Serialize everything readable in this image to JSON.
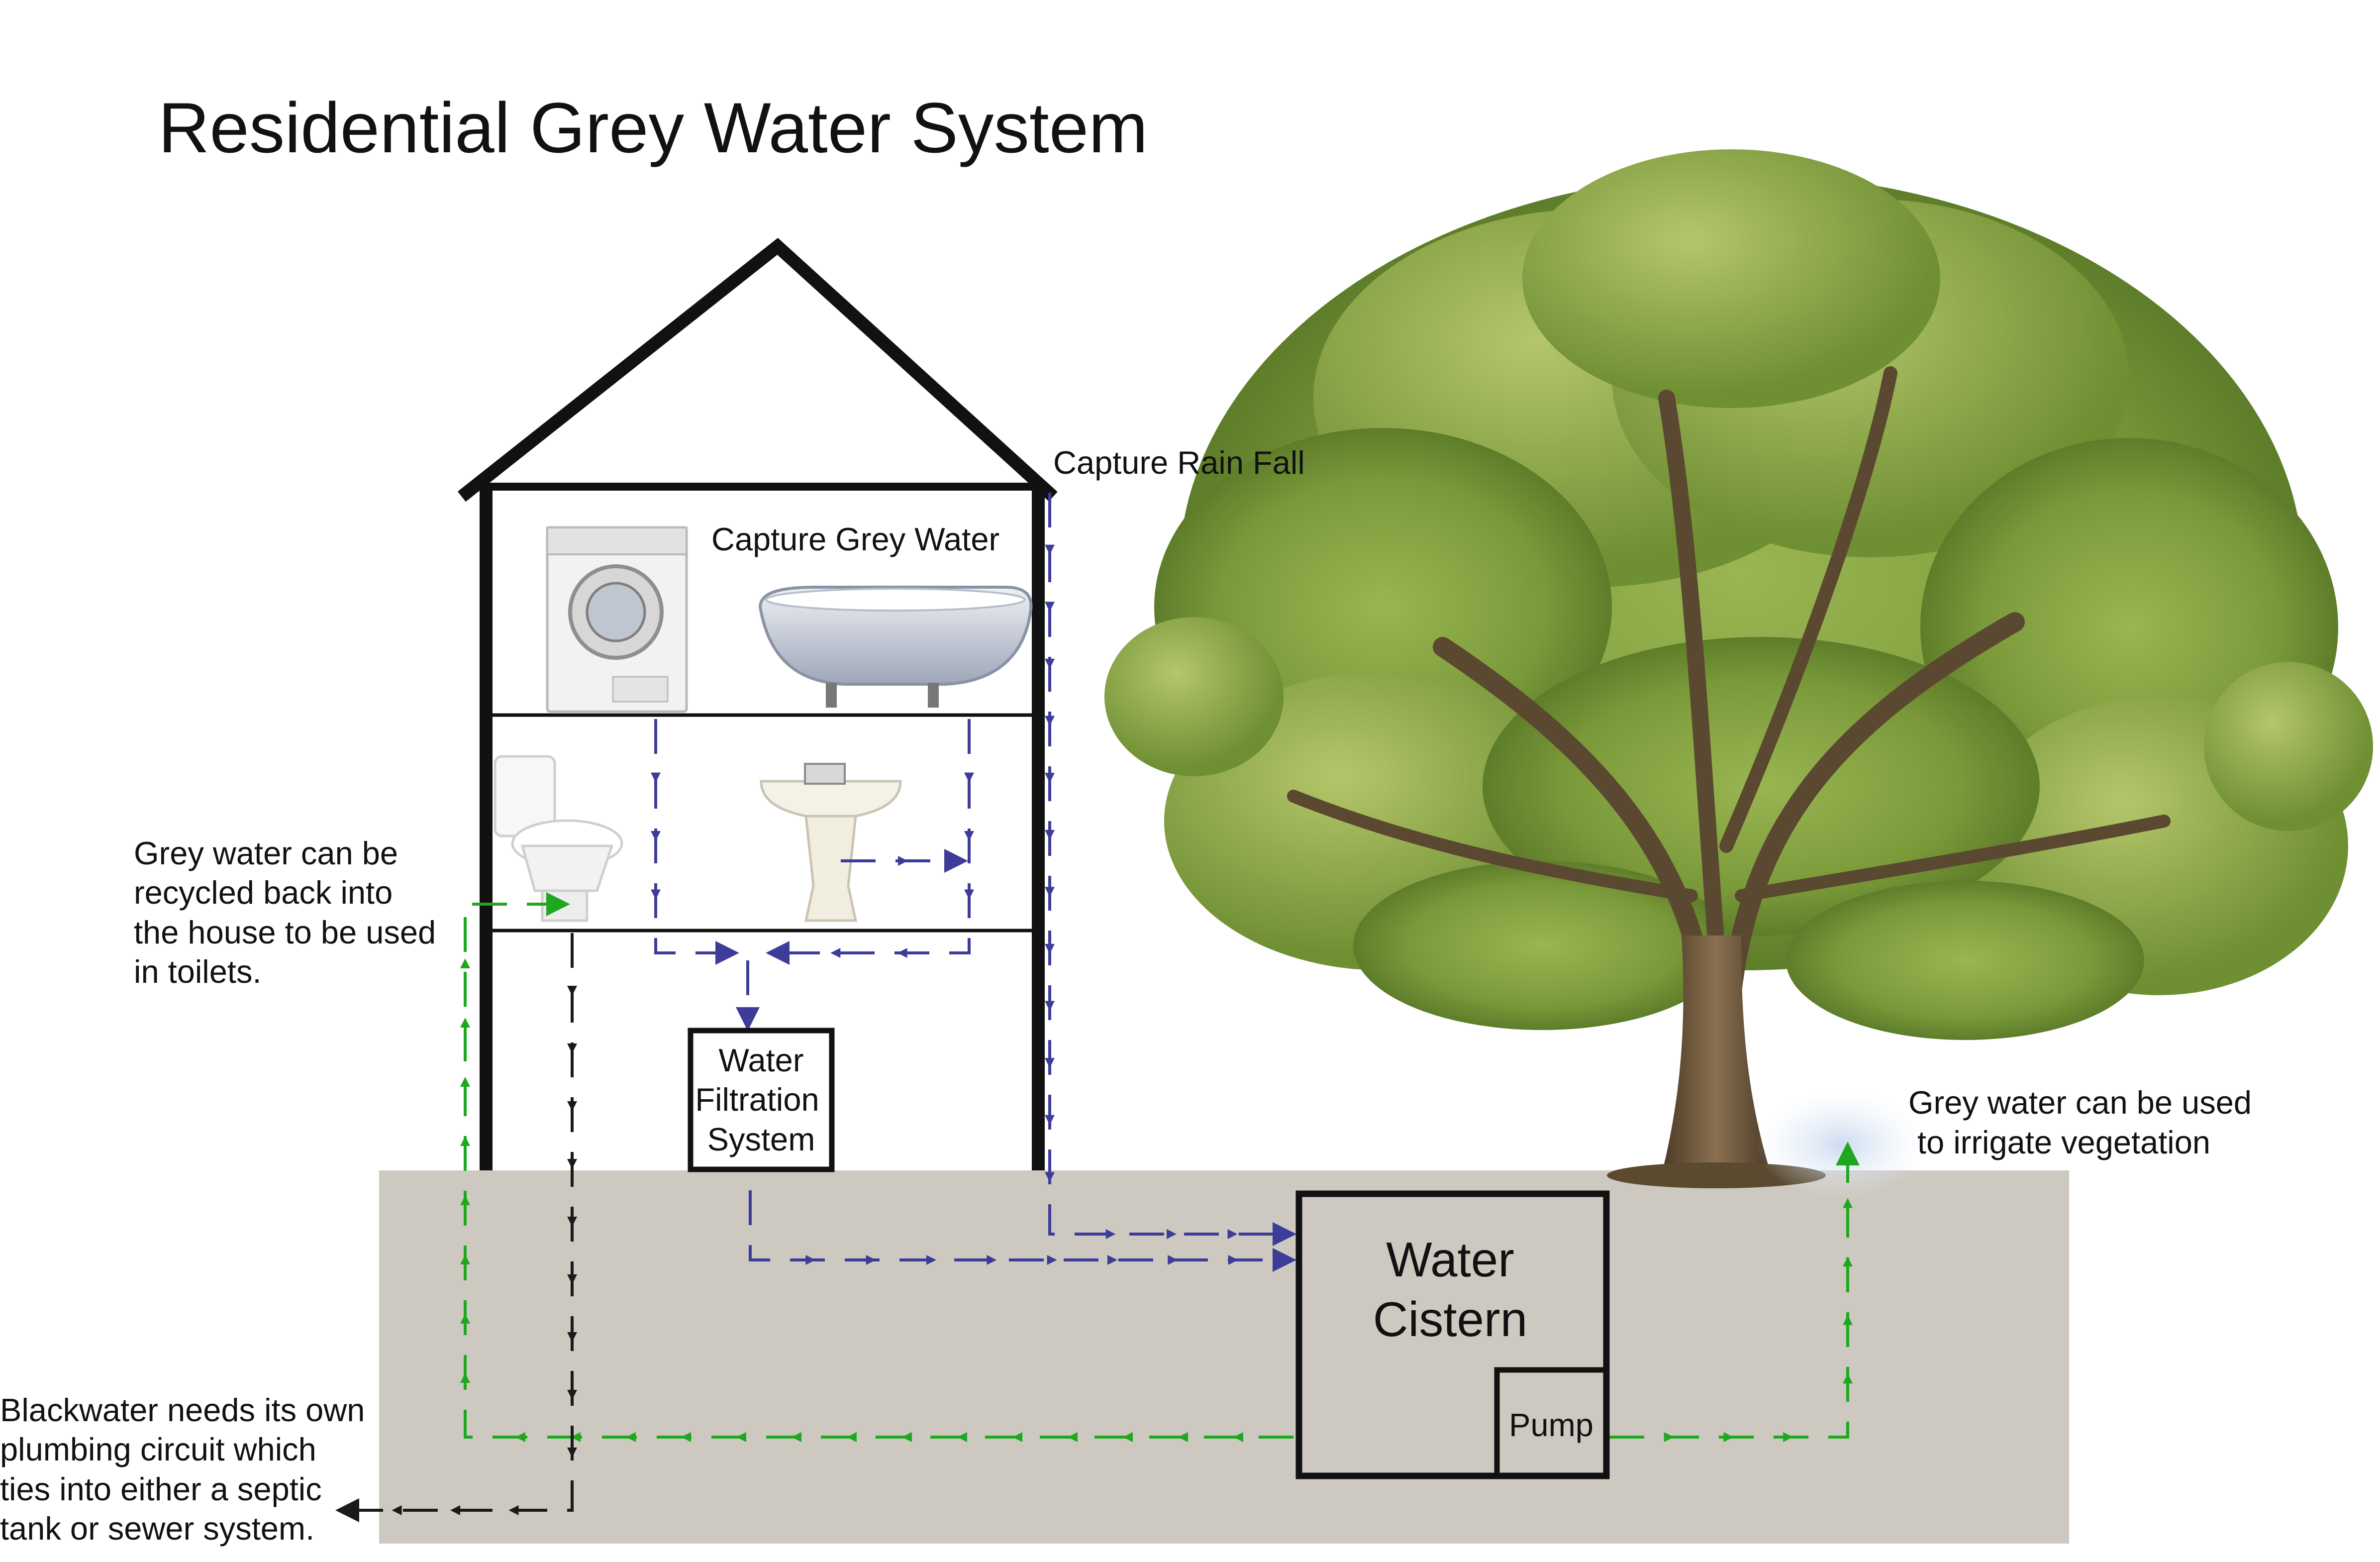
{
  "title": "Residential Grey Water System",
  "labels": {
    "capture_rain": "Capture Rain Fall",
    "capture_grey": "Capture Grey Water",
    "recycle_lines": [
      "Grey water can be",
      "recycled back into",
      "the house to be used",
      "in toilets."
    ],
    "irrigate_lines": [
      "Grey water can be used",
      " to irrigate vegetation"
    ],
    "blackwater_lines": [
      "Blackwater needs its own",
      "plumbing circuit which",
      "ties into either a septic",
      "tank or sewer system."
    ]
  },
  "filtration": {
    "lines": [
      "Water",
      "Filtration",
      "System"
    ]
  },
  "cistern": {
    "lines": [
      "Water",
      "Cistern"
    ]
  },
  "pump": {
    "label": "Pump"
  },
  "fixtures": {
    "washer": "washing-machine",
    "bathtub": "clawfoot-bathtub",
    "toilet": "toilet",
    "sink": "pedestal-sink"
  },
  "colors": {
    "grey_flow": "#3d3d99",
    "recycled_flow": "#1fa81f",
    "black_flow": "#1a1a1a",
    "ground": "#cdc9c1",
    "house_outline": "#111111",
    "foliage": "#7a9a3a",
    "trunk": "#6b5638"
  }
}
